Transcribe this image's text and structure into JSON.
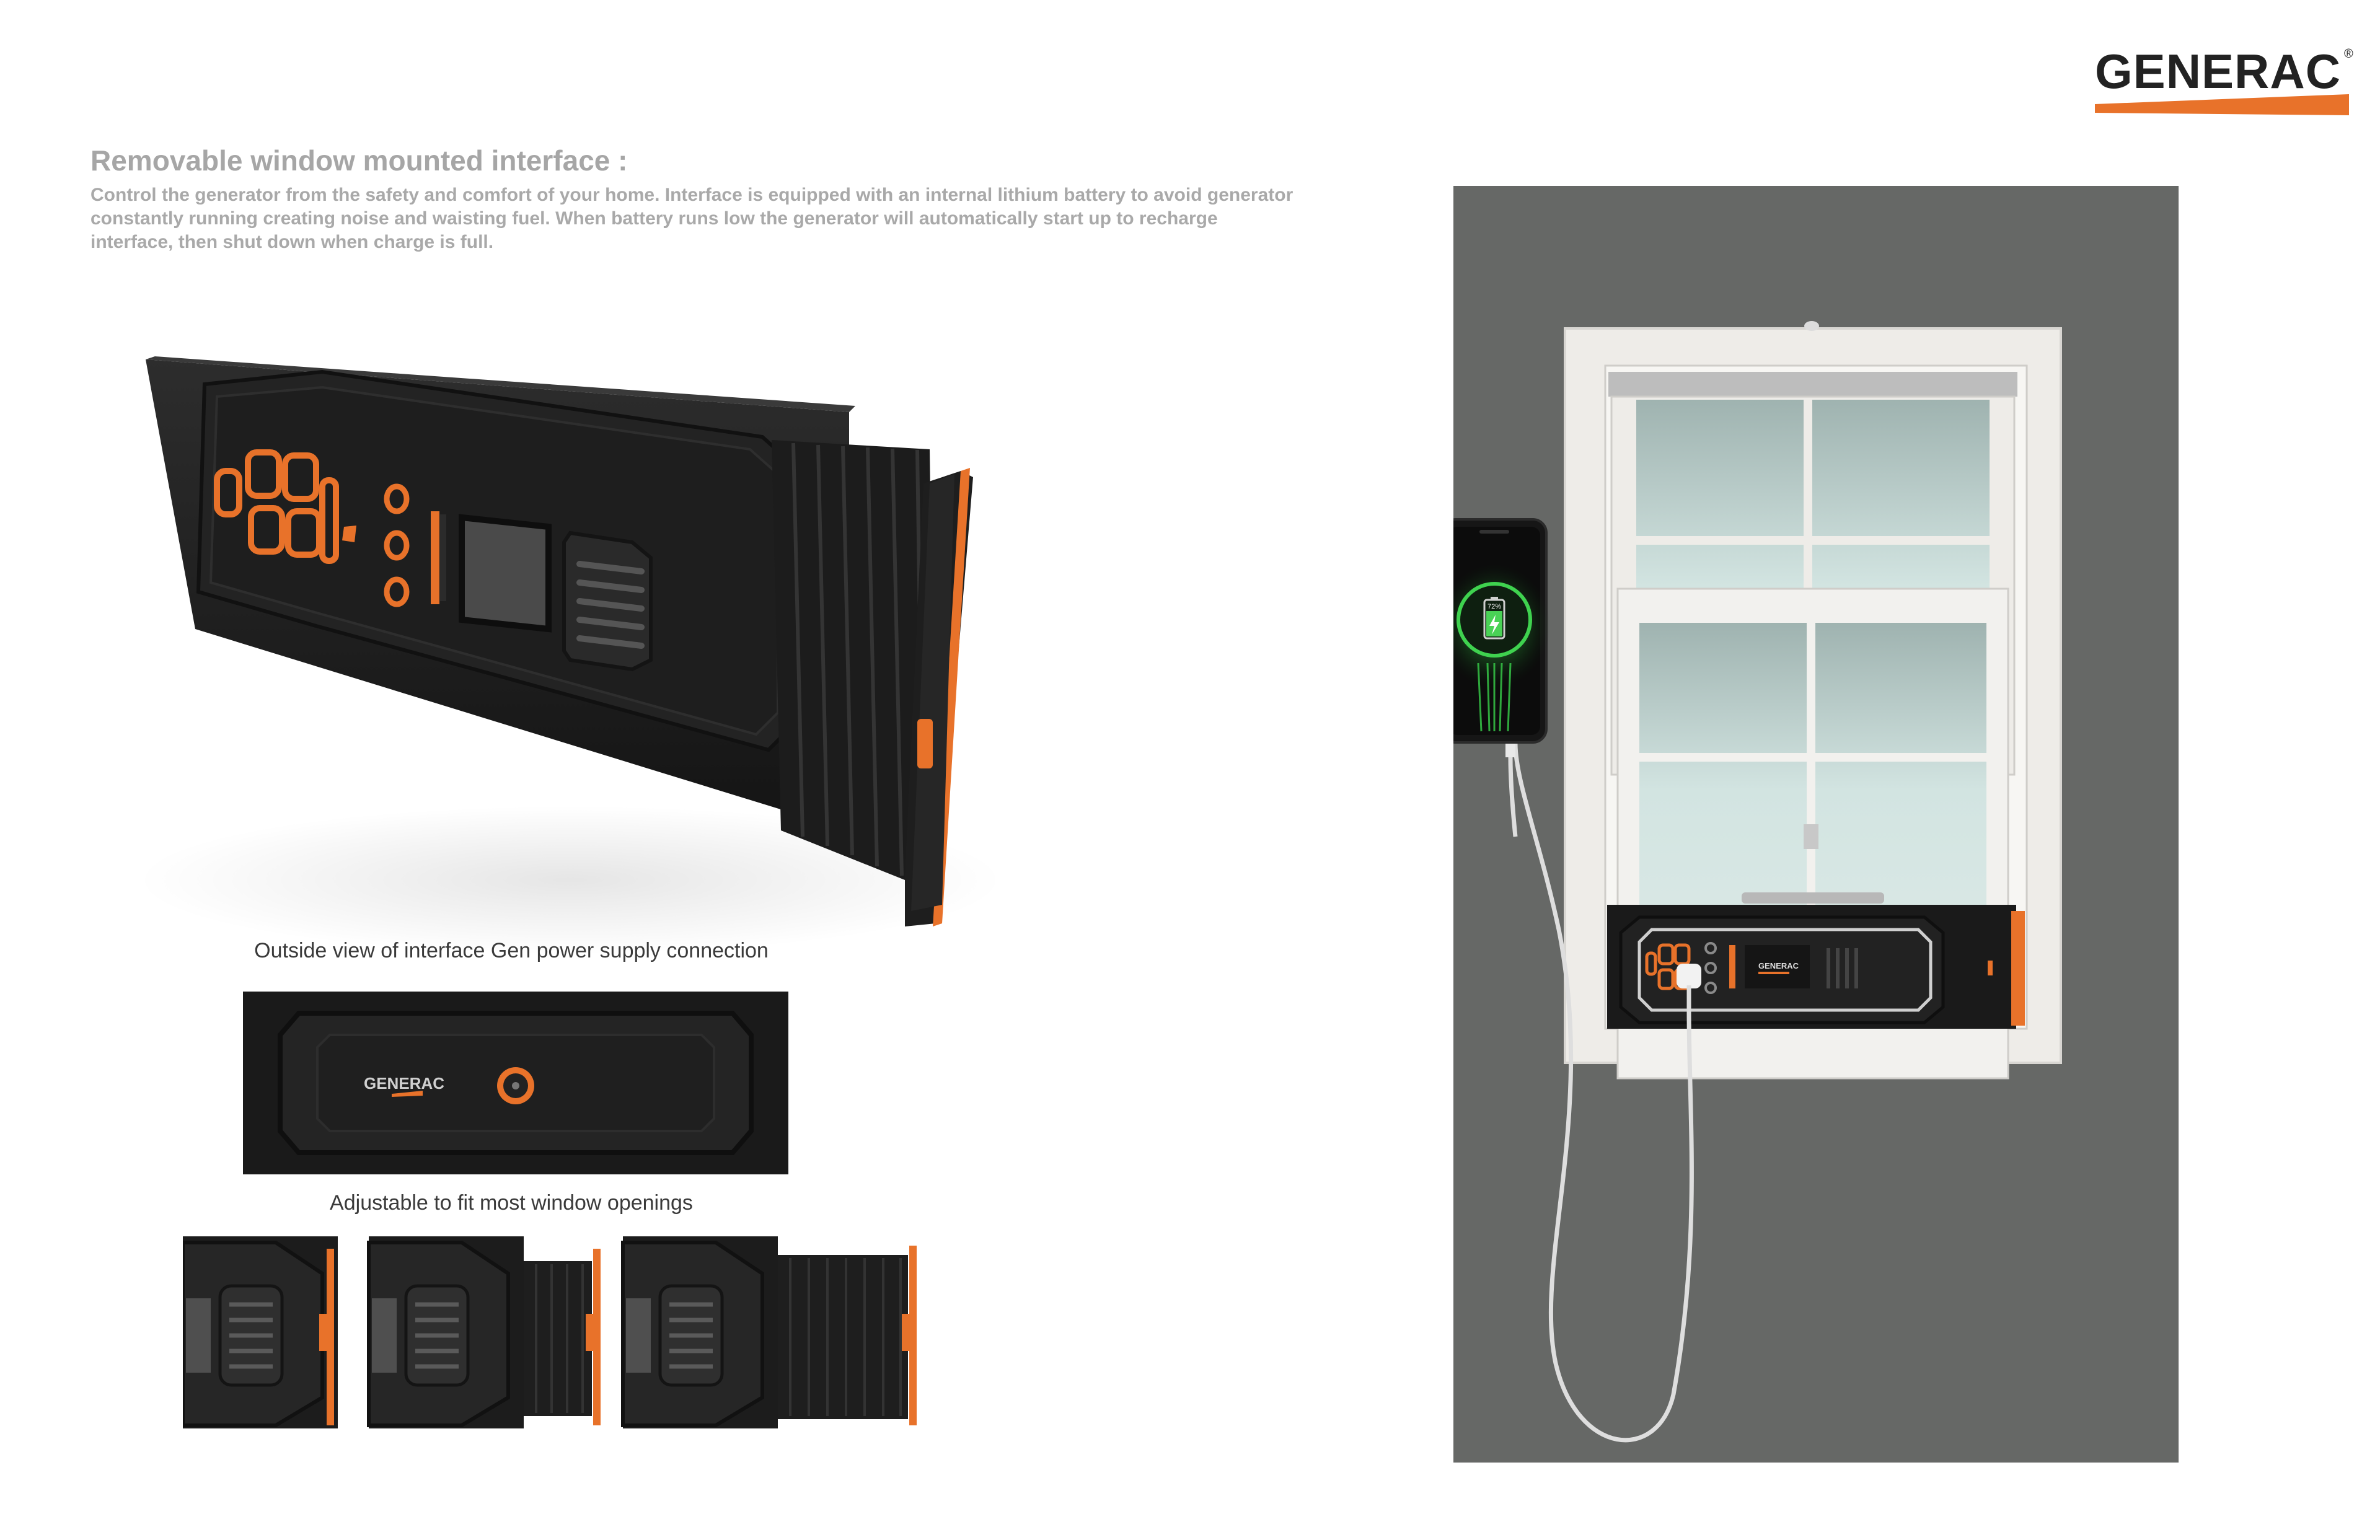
{
  "brand": {
    "logo_text": "GENERAC",
    "registered_mark": "®",
    "colors": {
      "accent": "#e8722a",
      "dark": "#1a1a1a",
      "panel_gray": "#666866"
    }
  },
  "header": {
    "title": "Removable window mounted interface :",
    "description": "Control the generator from the safety and comfort of your home. Interface is equipped with an internal lithium battery to avoid generator constantly running creating noise and waisting fuel. When battery runs low the generator will automatically start up to recharge interface, then shut down when charge is full."
  },
  "captions": {
    "outside_view": "Outside view of interface Gen power supply connection",
    "adjustable": "Adjustable to fit most window openings"
  },
  "outside_view": {
    "logo_text": "GENERAC"
  },
  "phone": {
    "battery_percent": "72%"
  },
  "window_unit": {
    "logo_text": "GENERAC"
  },
  "adjust_variants": [
    "closed",
    "half-extended",
    "fully-extended"
  ]
}
